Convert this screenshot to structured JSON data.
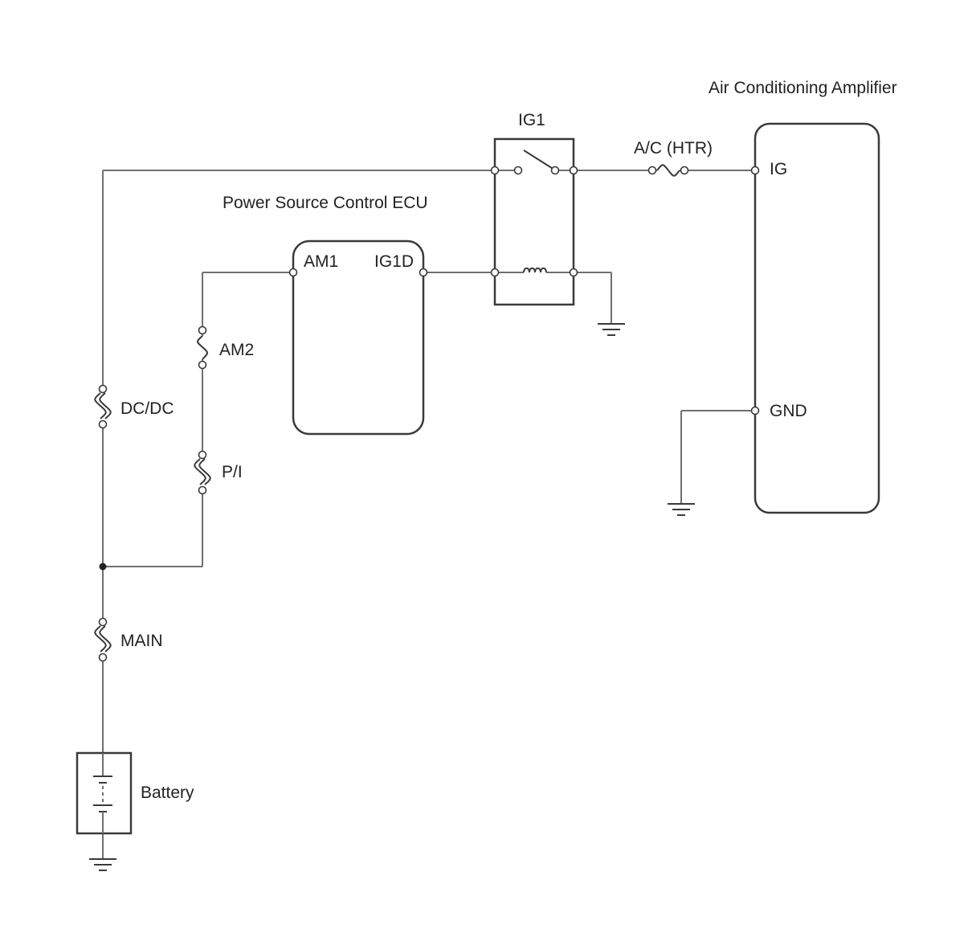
{
  "labels": {
    "ac_amplifier": "Air Conditioning Amplifier",
    "ig1_relay": "IG1",
    "ac_htr_fuse": "A/C (HTR)",
    "pin_ig": "IG",
    "pin_gnd": "GND",
    "power_source_ecu": "Power Source Control ECU",
    "pin_am1": "AM1",
    "pin_ig1d": "IG1D",
    "am2_fuse": "AM2",
    "dcdc_fuse": "DC/DC",
    "pi_fuse": "P/I",
    "main_fuse": "MAIN",
    "battery": "Battery"
  },
  "colors": {
    "wire": "#6f6f6f",
    "outline": "#3a3a3a",
    "text": "#222222",
    "background": "#ffffff"
  },
  "icons": {
    "ground": "ground-symbol",
    "fuse": "fuse-symbol",
    "fusible_link": "fusible-link-symbol",
    "relay_switch": "relay-switch-symbol",
    "relay_coil": "relay-coil-symbol",
    "battery": "battery-symbol"
  }
}
